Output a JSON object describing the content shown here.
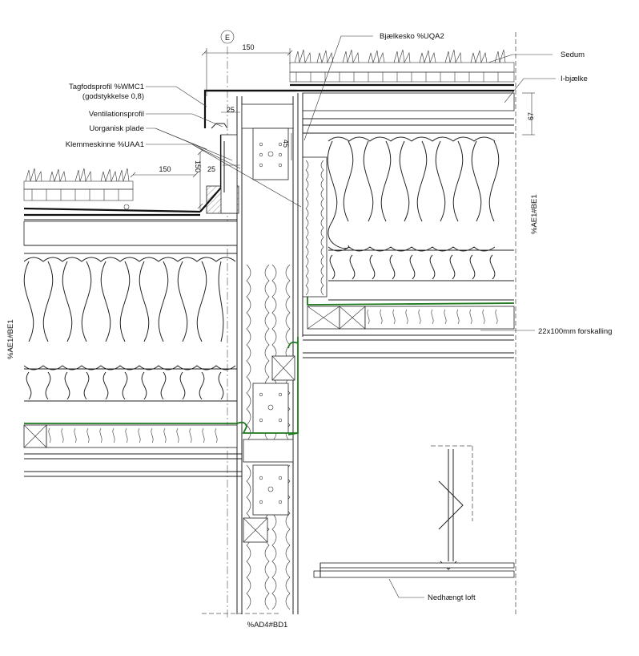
{
  "title": "Tagfod detalje - grønt tag mod højere tagdel",
  "grid_marker": "E",
  "labels": {
    "bjaelkesko": "Bjælkesko %UQA2",
    "sedum": "Sedum",
    "ibjaelke": "I-bjælke",
    "tagfodsprofil_1": "Tagfodsprofil %WMC1",
    "tagfodsprofil_2": "(godstykkelse 0,8)",
    "ventilationsprofil": "Ventilationsprofil",
    "uorganisk": "Uorganisk plade",
    "klemmeskinne": "Klemmeskinne %UAA1",
    "forskalling": "22x100mm forskalling",
    "nedhaengt": "Nedhængt loft",
    "ae1_left": "%AE1#BE1",
    "ae1_right": "%AE1#BE1",
    "ad4": "%AD4#BD1"
  },
  "dimensions": {
    "top_150": "150",
    "left_150": "150",
    "vert_150": "150",
    "d25_a": "25",
    "d25_b": "25",
    "d45": "45",
    "d67": "67"
  },
  "colors": {
    "vapour_barrier": "#1d7a1d",
    "line": "#222222"
  }
}
